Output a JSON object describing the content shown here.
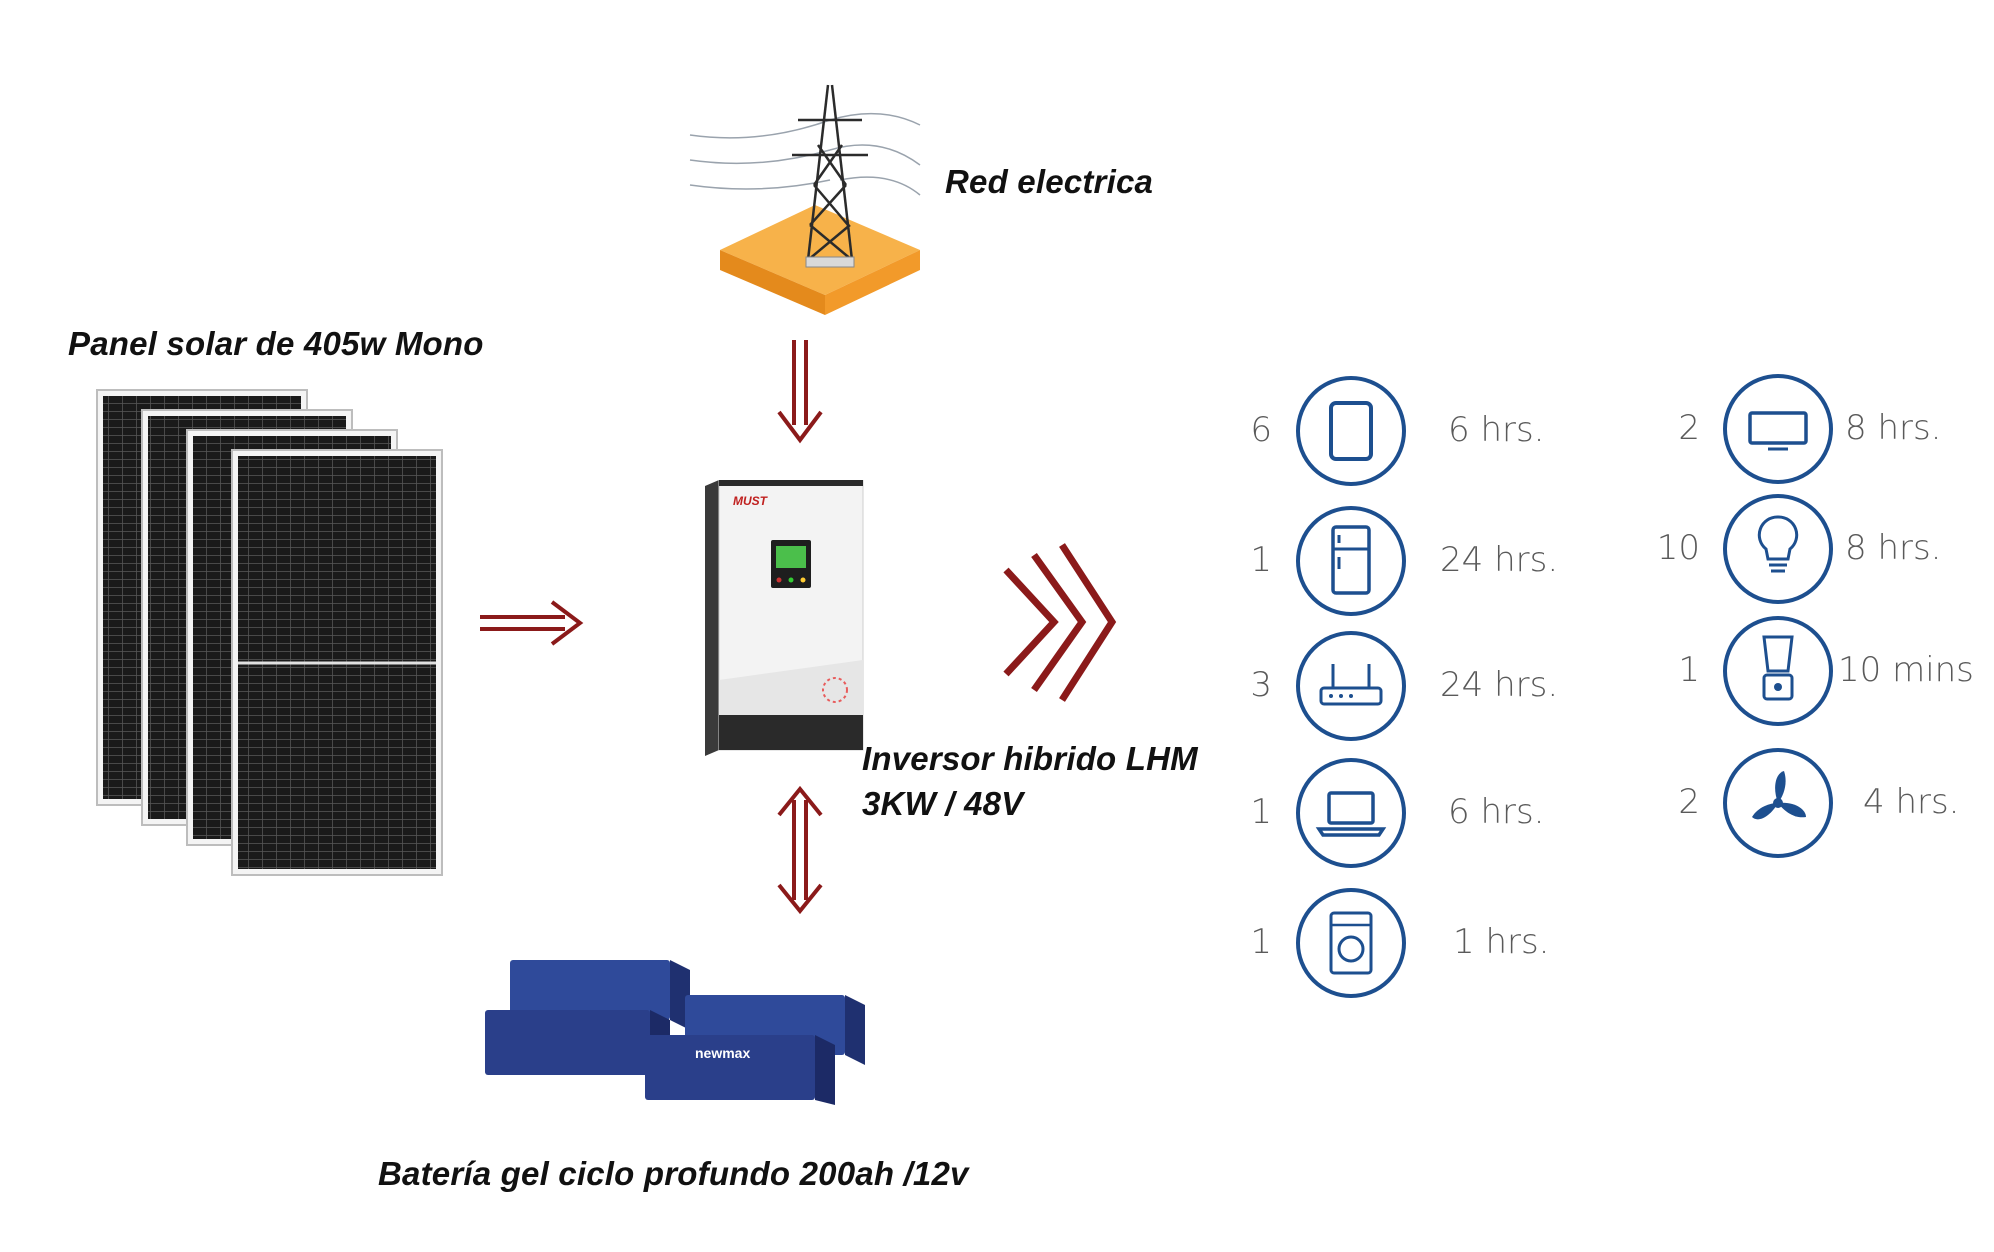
{
  "colors": {
    "arrow": "#8b1a1a",
    "icon_ring": "#1d4f8f",
    "panel": "#1b1b1b",
    "battery": "#2a3f8a",
    "grid_base": "#f2a33a"
  },
  "grid": {
    "label": "Red electrica",
    "icon": "power-tower-icon"
  },
  "panel": {
    "label": "Panel solar de 405w Mono"
  },
  "inverter": {
    "label_line1": "Inversor hibrido LHM",
    "label_line2": "3KW / 48V",
    "brand": "MUST"
  },
  "battery": {
    "label": "Batería gel ciclo profundo 200ah /12v",
    "brand": "newmax"
  },
  "loads": [
    {
      "qty": "6",
      "icon": "tablet-icon",
      "duration": "6 hrs."
    },
    {
      "qty": "1",
      "icon": "refrigerator-icon",
      "duration": "24 hrs."
    },
    {
      "qty": "3",
      "icon": "router-icon",
      "duration": "24 hrs."
    },
    {
      "qty": "1",
      "icon": "laptop-icon",
      "duration": "6 hrs."
    },
    {
      "qty": "1",
      "icon": "washing-machine-icon",
      "duration": "1 hrs."
    },
    {
      "qty": "2",
      "icon": "tv-icon",
      "duration": "8 hrs."
    },
    {
      "qty": "10",
      "icon": "light-bulb-icon",
      "duration": "8 hrs."
    },
    {
      "qty": "1",
      "icon": "blender-icon",
      "duration": "10 mins"
    },
    {
      "qty": "2",
      "icon": "fan-icon",
      "duration": "4 hrs."
    }
  ]
}
